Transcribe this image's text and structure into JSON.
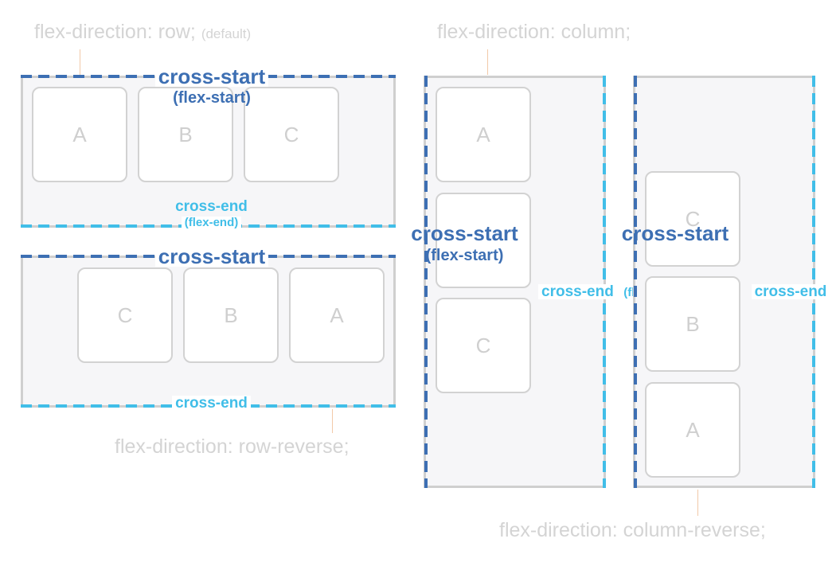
{
  "diagrams": {
    "row": {
      "caption": "flex-direction: row;",
      "caption_note": "(default)",
      "items": [
        "A",
        "B",
        "C"
      ],
      "cross_start": "cross-start",
      "cross_start_sub": "(flex-start)",
      "cross_end": "cross-end",
      "cross_end_sub": "(flex-end)"
    },
    "row_reverse": {
      "caption": "flex-direction: row-reverse;",
      "items": [
        "C",
        "B",
        "A"
      ],
      "cross_start": "cross-start",
      "cross_end": "cross-end"
    },
    "column": {
      "caption": "flex-direction: column;",
      "items": [
        "A",
        "",
        "C"
      ],
      "cross_start": "cross-start",
      "cross_start_sub": "(flex-start)",
      "cross_end": "cross-end",
      "cross_end_sub": "(flex-end)"
    },
    "column_reverse": {
      "caption": "flex-direction: column-reverse;",
      "items": [
        "C",
        "B",
        "A"
      ],
      "cross_start": "cross-start",
      "cross_end": "cross-end"
    }
  },
  "colors": {
    "cross_start": "#3d6fb3",
    "cross_end": "#41bee8",
    "caption": "#d4d4d4",
    "container_bg": "#f6f6f8",
    "container_border": "#cfcfcf"
  }
}
